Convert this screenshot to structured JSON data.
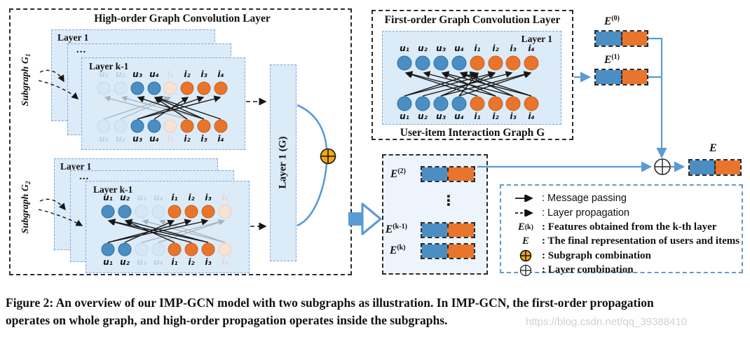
{
  "colors": {
    "user_node": "#4a8ec4",
    "user_node_faded": "#d7e6f5",
    "item_node": "#e8752b",
    "item_node_faded": "#f8e2d2",
    "panel_fill": "#dcebf8",
    "connector_blue": "#5b9bd5",
    "subgraph_combination_yellow": "#f4a70d",
    "watermark_gray": "#ccd1d9"
  },
  "node_labels": [
    "u₁",
    "u₂",
    "u₃",
    "u₄",
    "i₁",
    "i₂",
    "i₃",
    "i₄"
  ],
  "high_order": {
    "title": "High-order Graph Convolution Layer",
    "layer1_label": "Layer 1",
    "stack_dots": "...",
    "layerk_label": "Layer k-1",
    "subgraph1_base": "Subgraph G",
    "subgraph1_sub": "1",
    "subgraph2_base": "Subgraph G",
    "subgraph2_sub": "2"
  },
  "middle": {
    "layer1_g_label": "Layer 1 (G)"
  },
  "first_order": {
    "title": "First-order Graph Convolution Layer",
    "layer_label": "Layer 1",
    "graph_label": "User-item Interaction Graph G"
  },
  "embeddings": {
    "e0_base": "E",
    "e0_sup": "(0)",
    "e1_base": "E",
    "e1_sup": "(1)",
    "e2_base": "E",
    "e2_sup": "(2)",
    "dots_v": "⋮",
    "ekm1_base": "E",
    "ekm1_sup": "(k-1)",
    "ek_base": "E",
    "ek_sup": "(k)",
    "final_label": "E"
  },
  "legend": {
    "items": [
      {
        "text": ": Message passing"
      },
      {
        "text": ": Layer propagation"
      },
      {
        "icon_base": "E",
        "icon_sup": "(k)",
        "text": ": Features obtained from the k-th layer"
      },
      {
        "icon_base": "E",
        "text": ": The final representation of users and items"
      },
      {
        "text": ": Subgraph combination"
      },
      {
        "text": ": Layer combination"
      }
    ]
  },
  "caption": {
    "line1": "Figure 2: An overview of our IMP-GCN model with two subgraphs as illustration. In IMP-GCN, the first-order propagation",
    "line2": "operates on whole graph, and high-order propagation operates inside the subgraphs."
  },
  "watermark": "https://blog.csdn.net/qq_39388410"
}
